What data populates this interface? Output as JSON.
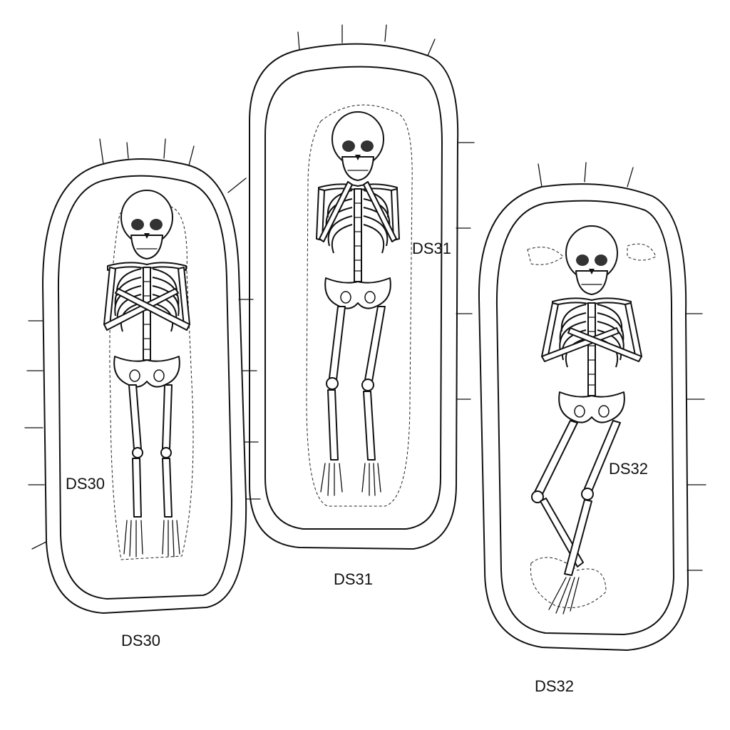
{
  "figure": {
    "type": "archaeological burial plan drawing",
    "burials": [
      {
        "id": "DS30",
        "inner_label": "DS30",
        "caption": "DS30",
        "posture": "supine, extended legs, arms crossed over chest"
      },
      {
        "id": "DS31",
        "inner_label": "DS31",
        "caption": "DS31",
        "posture": "supine, extended legs, hands at chin"
      },
      {
        "id": "DS32",
        "inner_label": "DS32",
        "caption": "DS32",
        "posture": "supine, legs flexed to side, arms crossed over chest"
      }
    ]
  },
  "colors": {
    "ink": "#111111",
    "background": "#ffffff"
  }
}
